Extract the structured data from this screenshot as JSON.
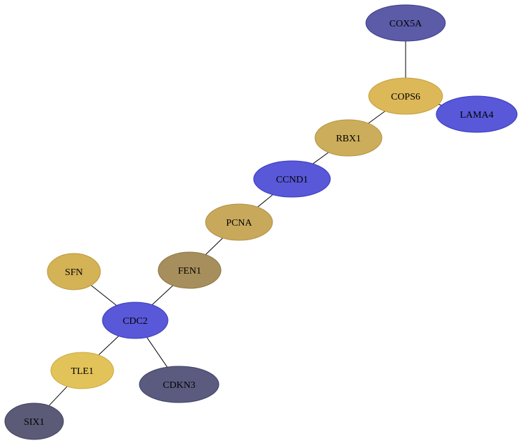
{
  "network": {
    "nodes": [
      {
        "id": "COX5A",
        "label": "COX5A",
        "color": "#5b5ba8",
        "stroke": "#3d3d8a"
      },
      {
        "id": "COPS6",
        "label": "COPS6",
        "color": "#dcb858",
        "stroke": "#c49f3a"
      },
      {
        "id": "LAMA4",
        "label": "LAMA4",
        "color": "#5858d8",
        "stroke": "#3a3ac0"
      },
      {
        "id": "RBX1",
        "label": "RBX1",
        "color": "#ccad5b",
        "stroke": "#b3943f"
      },
      {
        "id": "CCND1",
        "label": "CCND1",
        "color": "#5858d8",
        "stroke": "#3a3ac0"
      },
      {
        "id": "PCNA",
        "label": "PCNA",
        "color": "#c8a95c",
        "stroke": "#b09040"
      },
      {
        "id": "FEN1",
        "label": "FEN1",
        "color": "#a68f5c",
        "stroke": "#8c7640"
      },
      {
        "id": "SFN",
        "label": "SFN",
        "color": "#d4b256",
        "stroke": "#bb983a"
      },
      {
        "id": "CDC2",
        "label": "CDC2",
        "color": "#5858d8",
        "stroke": "#3a3ac0"
      },
      {
        "id": "TLE1",
        "label": "TLE1",
        "color": "#e2c35a",
        "stroke": "#c9a93e"
      },
      {
        "id": "CDKN3",
        "label": "CDKN3",
        "color": "#5b5b80",
        "stroke": "#3f3f66"
      },
      {
        "id": "SIX1",
        "label": "SIX1",
        "color": "#5b5b78",
        "stroke": "#3f3f5e"
      }
    ],
    "edges": [
      [
        "COX5A",
        "COPS6"
      ],
      [
        "COPS6",
        "LAMA4"
      ],
      [
        "COPS6",
        "RBX1"
      ],
      [
        "RBX1",
        "CCND1"
      ],
      [
        "CCND1",
        "PCNA"
      ],
      [
        "PCNA",
        "FEN1"
      ],
      [
        "FEN1",
        "CDC2"
      ],
      [
        "SFN",
        "CDC2"
      ],
      [
        "CDC2",
        "TLE1"
      ],
      [
        "CDC2",
        "CDKN3"
      ],
      [
        "TLE1",
        "SIX1"
      ]
    ]
  }
}
